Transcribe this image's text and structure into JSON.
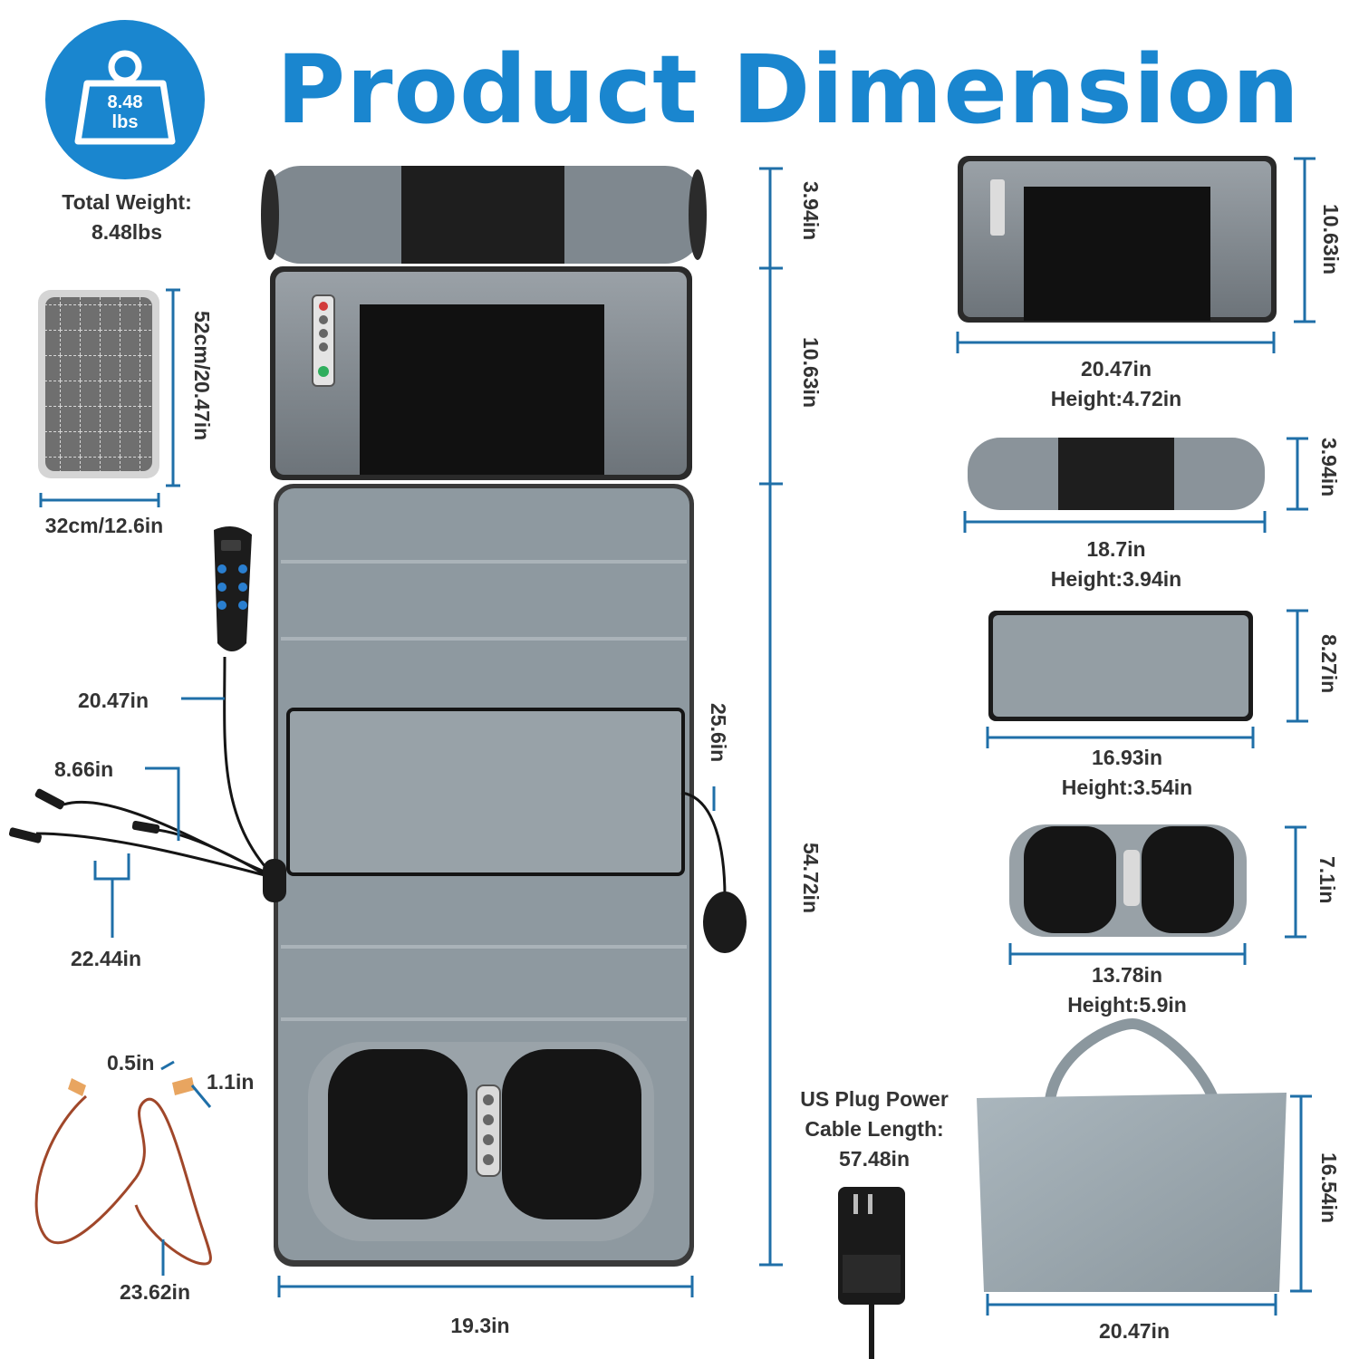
{
  "title": "Product Dimension",
  "weight_badge": {
    "value": "8.48",
    "unit": "lbs"
  },
  "total_weight": {
    "label": "Total Weight:",
    "value": "8.48lbs"
  },
  "cushion": {
    "height": "52cm/20.47in",
    "width": "32cm/12.6in"
  },
  "mat": {
    "pillow_height": "3.94in",
    "back_height": "10.63in",
    "body_height": "54.72in",
    "width": "19.3in",
    "pump_section": "25.6in"
  },
  "cables": {
    "remote_cable": "20.47in",
    "split_cable": "8.66in",
    "main_cable": "22.44in"
  },
  "earplugs": {
    "plug_width": "0.5in",
    "plug_length": "1.1in",
    "cord": "23.62in"
  },
  "power": {
    "label_1": "US Plug Power",
    "label_2": "Cable Length:",
    "value": "57.48in"
  },
  "parts": [
    {
      "name": "back massager",
      "width": "20.47in",
      "height_label": "Height:4.72in",
      "side": "10.63in"
    },
    {
      "name": "neck pillow",
      "width": "18.7in",
      "height_label": "Height:3.94in",
      "side": "3.94in"
    },
    {
      "name": "seat pad",
      "width": "16.93in",
      "height_label": "Height:3.54in",
      "side": "8.27in"
    },
    {
      "name": "foot massager",
      "width": "13.78in",
      "height_label": "Height:5.9in",
      "side": "7.1in"
    },
    {
      "name": "storage bag",
      "width": "20.47in",
      "side": "16.54in"
    }
  ],
  "colors": {
    "accent": "#1a86cf",
    "line": "#1f6fa8",
    "text": "#333333",
    "fabric": "#8f9aa2",
    "dark": "#1b1b1b"
  }
}
